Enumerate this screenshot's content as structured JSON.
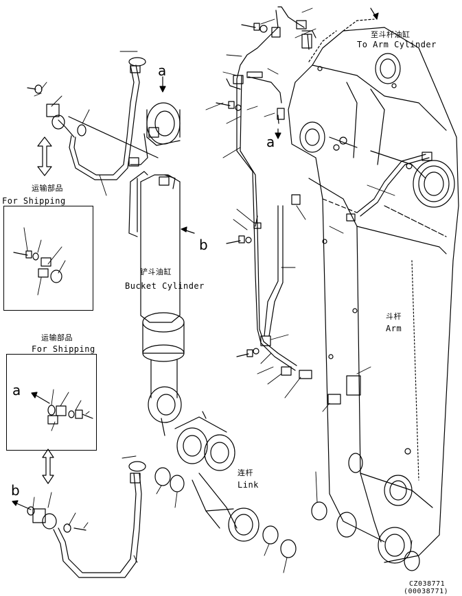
{
  "labels": {
    "to_arm_cylinder_cn": "至斗杆油缸",
    "to_arm_cylinder_en": "To Arm Cylinder",
    "bucket_cylinder_cn": "铲斗油缸",
    "bucket_cylinder_en": "Bucket Cylinder",
    "arm_cn": "斗杆",
    "arm_en": "Arm",
    "link_cn": "连杆",
    "link_en": "Link",
    "shipping_cn_1": "运输部品",
    "shipping_en_1": "For Shipping",
    "shipping_cn_2": "运输部品",
    "shipping_en_2": "For Shipping",
    "ref_a": "a",
    "ref_b": "b",
    "drawing_code": "CZ038771",
    "drawing_code_alt": "(00038771)"
  }
}
